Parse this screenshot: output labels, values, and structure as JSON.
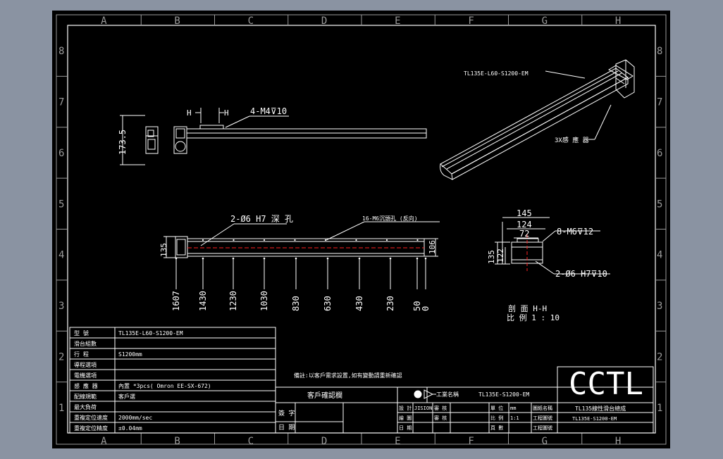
{
  "colors": {
    "background": "#8a93a2",
    "sheet": "#000000",
    "line": "#ffffff",
    "border": "#9a9a9a",
    "centerline": "#ff2020"
  },
  "frame": {
    "columns": [
      "A",
      "B",
      "C",
      "D",
      "E",
      "F",
      "G",
      "H"
    ],
    "rows": [
      "8",
      "7",
      "6",
      "5",
      "4",
      "3",
      "2",
      "1"
    ]
  },
  "side_view": {
    "height_dim": "173.5",
    "section_mark_left": "H",
    "section_mark_right": "H",
    "callout": "4-M4⊽10"
  },
  "iso_view": {
    "model_callout": "TL135E-L60-S1200-EM",
    "sensor_callout": "3X感 應 器"
  },
  "top_view": {
    "hole_callout": "2-Ø6 H7 深 孔",
    "mount_callout": "16-M6沉頭孔 (反向)",
    "height_dim": "135",
    "inner_dim": "106",
    "positions": [
      "1607",
      "1430",
      "1230",
      "1030",
      "830",
      "630",
      "430",
      "230",
      "50",
      "0"
    ]
  },
  "section_view": {
    "width_dims": [
      "145",
      "124",
      "72"
    ],
    "height_dims": [
      "135",
      "122"
    ],
    "thread_callout": "8-M6⊽12",
    "pin_callout": "2-Ø6 H7⊽10",
    "title": "剖 面 H-H",
    "scale": "比 例 1 : 10"
  },
  "note": "備註:以客戶需求設置,如有變動請重新確認",
  "spec_table": [
    {
      "label": "型 號",
      "value": "TL135E-L60-S1200-EM"
    },
    {
      "label": "滑台組數",
      "value": ""
    },
    {
      "label": "行 程",
      "value": "S1200mm"
    },
    {
      "label": "導程選項",
      "value": ""
    },
    {
      "label": "電機選項",
      "value": ""
    },
    {
      "label": "感 應 器",
      "value": "內置 *3pcs( Omron EE-SX-672)"
    },
    {
      "label": "配線規範",
      "value": "客戶選"
    },
    {
      "label": "最大負荷",
      "value": ""
    },
    {
      "label": "重複定位速度",
      "value": "2000mm/sec"
    },
    {
      "label": "重複定位精度",
      "value": "±0.04mm"
    }
  ],
  "confirm_block": {
    "title": "客戶確認欄",
    "sign_label": "簽 字",
    "date_label": "日 期"
  },
  "title_block": {
    "logo": "CCTL",
    "company": "工業名稱",
    "drawing_number": "TL135E-S1200-EM",
    "product_name": "TL135線性滑台總成",
    "part_code": "TL135E-S1200-EM",
    "rows": [
      {
        "c1": "設 計",
        "c2": "JISION",
        "c3": "審 核",
        "c4": "",
        "c5": "單 位",
        "c6": "mm",
        "c7": "圖紙名稱"
      },
      {
        "c1": "繪 圖",
        "c2": "",
        "c3": "審 核",
        "c4": "",
        "c5": "比 例",
        "c6": "1:1",
        "c7": "工程圖號"
      },
      {
        "c1": "日 期",
        "c2": "",
        "c3": "",
        "c4": "",
        "c5": "頁 數",
        "c6": "",
        "c7": "工程圖號"
      }
    ]
  }
}
